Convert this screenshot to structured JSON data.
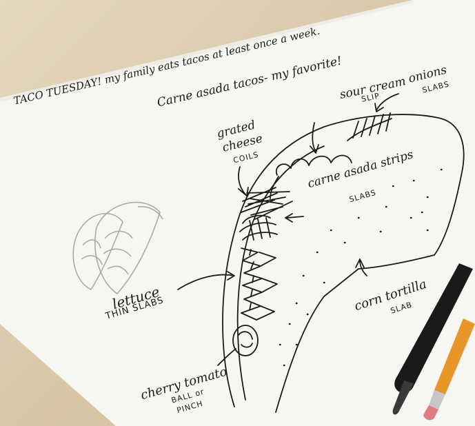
{
  "title_line": "TACO TUESDAY!  my family eats tacos at least once a week.",
  "subtitle_line": "Carne asada tacos- my favorite!",
  "labels": {
    "sour_cream": "sour cream",
    "sour_cream_shape": "SLIP",
    "onions": "onions",
    "onions_shape": "SLABS",
    "cheese_1": "grated",
    "cheese_2": "cheese",
    "cheese_shape": "COILS",
    "carne_asada": "carne asada strips",
    "carne_asada_shape": "SLABS",
    "lettuce": "lettuce",
    "lettuce_shape": "THIN SLABS",
    "tortilla": "corn tortilla",
    "tortilla_shape": "SLAB",
    "tomato": "cherry tomato",
    "tomato_shape_1": "BALL or",
    "tomato_shape_2": "PINCH"
  },
  "colors": {
    "table": "#d8c7a7",
    "paper": "#f6f6f2",
    "ink": "#1e1a16",
    "pencil_sketch": "#a9a9a9",
    "pencil_body": "#e8962a",
    "pen_body": "#1a1a1a"
  }
}
